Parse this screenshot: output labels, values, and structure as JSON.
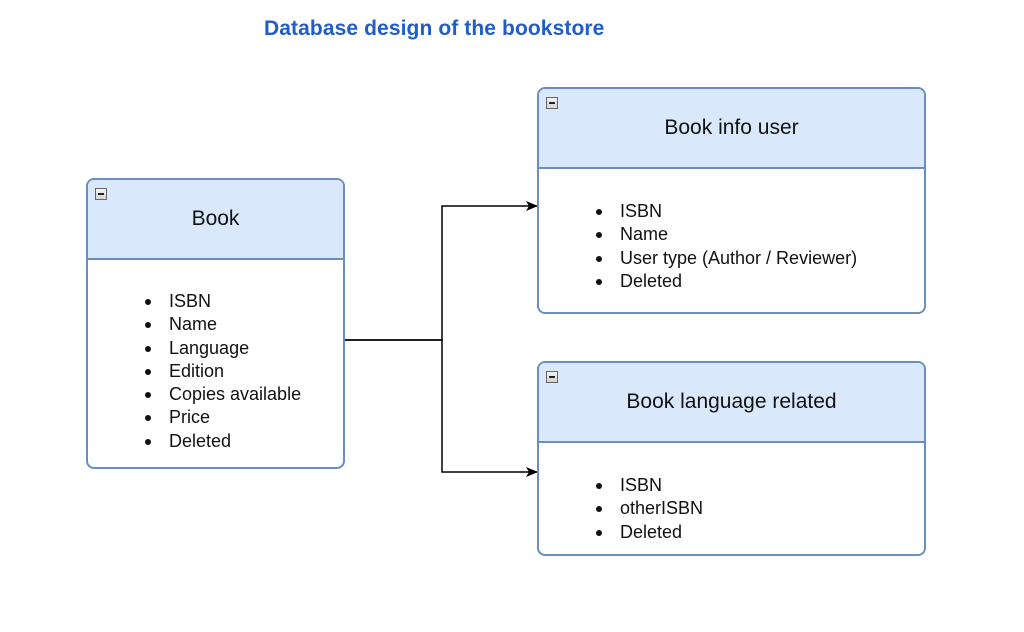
{
  "diagram": {
    "title": "Database design of the bookstore",
    "entities": {
      "book": {
        "name": "Book",
        "collapse_icon": "minus-square-icon",
        "fields": [
          "ISBN",
          "Name",
          "Language",
          "Edition",
          "Copies available",
          "Price",
          "Deleted"
        ]
      },
      "book_info_user": {
        "name": "Book info user",
        "collapse_icon": "minus-square-icon",
        "fields": [
          "ISBN",
          "Name",
          "User type (Author / Reviewer)",
          "Deleted"
        ]
      },
      "book_language_related": {
        "name": "Book language related",
        "collapse_icon": "minus-square-icon",
        "fields": [
          "ISBN",
          "otherISBN",
          "Deleted"
        ]
      }
    },
    "edges": [
      {
        "from": "Book",
        "to": "Book info user"
      },
      {
        "from": "Book",
        "to": "Book language related"
      }
    ],
    "colors": {
      "title": "#1f5dc8",
      "header_fill": "#dae8fc",
      "border": "#6c8ebf",
      "connector": "#000000"
    }
  }
}
